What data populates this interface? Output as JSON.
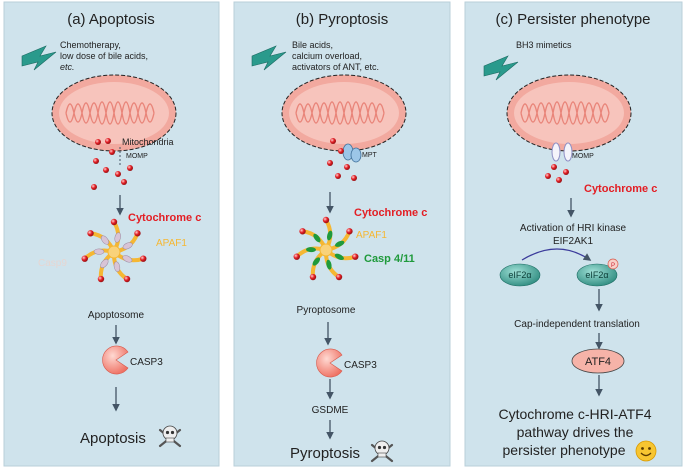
{
  "panels": [
    {
      "title": "(a) Apoptosis",
      "stimulus": [
        "Chemotherapy,",
        "low dose of bile acids,",
        "etc."
      ],
      "mito_label": "Mitochondria",
      "pore_label": "MOMP",
      "cyto_label": "Cytochrome c",
      "apaf_label": "APAF1",
      "casp_label": "Casp9",
      "complex_label": "Apoptosome",
      "enzyme_label": "CASP3",
      "outcome": "Apoptosis"
    },
    {
      "title": "(b) Pyroptosis",
      "stimulus": [
        "Bile acids,",
        "calcium overload,",
        "activators of ANT, etc."
      ],
      "pore_label": "MPT",
      "cyto_label": "Cytochrome c",
      "apaf_label": "APAF1",
      "casp_label": "Casp 4/11",
      "complex_label": "Pyroptosome",
      "enzyme_label": "CASP3",
      "cleaved_label": "GSDME",
      "outcome": "Pyroptosis"
    },
    {
      "title": "(c) Persister phenotype",
      "stimulus": [
        "BH3 mimetics"
      ],
      "pore_label": "MOMP",
      "cyto_label": "Cytochrome c",
      "hri_label": [
        "Activation of HRI kinase",
        "EIF2AK1"
      ],
      "eif_label": "eIF2α",
      "eif_p_label": "eIF2α",
      "phospho_label": "P",
      "translation_label": "Cap-independent translation",
      "atf4_label": "ATF4",
      "outcome": [
        "Cytochrome c-HRI-ATF4",
        "pathway drives the",
        "persister phenotype"
      ]
    }
  ],
  "colors": {
    "panel_bg": "#cfe3ec",
    "mito_fill": "#f2a99f",
    "cristae": "#e9857a",
    "cyto_red": "#e31e24",
    "apaf_gold": "#f5b733",
    "casp_green": "#1f9a3b",
    "arrow": "#445566",
    "eif_teal": "#2a9a8c",
    "atf4_fill": "#f6b3a8"
  },
  "icons": [
    "lightning-icon",
    "skull-crossbones-icon",
    "smiley-icon",
    "pacman-enzyme-icon"
  ]
}
